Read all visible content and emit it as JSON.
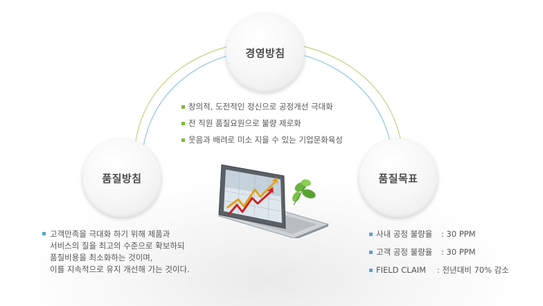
{
  "circles": {
    "management": "경영방침",
    "quality_policy": "품질방침",
    "quality_goal": "품질목표"
  },
  "management_items": [
    "창의적, 도전적인 정신으로 공정개선 극대화",
    "전 직원 품질요원으로 불량 제로화",
    "웃음과 배려로 미소 지을 수 있는 기업문화육성"
  ],
  "quality_policy_lines": [
    "고객만족을 극대화 하기 위해 제품과",
    "서비스의 질을 최고의 수준으로 확보하되",
    "품질비용을 최소화하는 것이며,",
    "이를 지속적으로 유지 개선해 가는 것이다."
  ],
  "quality_goals": [
    {
      "label": "사내 공정 불량율",
      "value": ": 30 PPM"
    },
    {
      "label": "고객 공정 불량율",
      "value": ": 30  PPM"
    },
    {
      "label": "FIELD CLAIM",
      "value": ": 전년대비 70% 감소"
    }
  ],
  "colors": {
    "bullet_green": "#7fb83a",
    "bullet_blue": "#5aa3d0",
    "arc_green": "#b7d77a",
    "arc_blue": "#8cc3e6"
  },
  "icons": [
    "laptop-chart-illustration",
    "leaf-icon"
  ]
}
